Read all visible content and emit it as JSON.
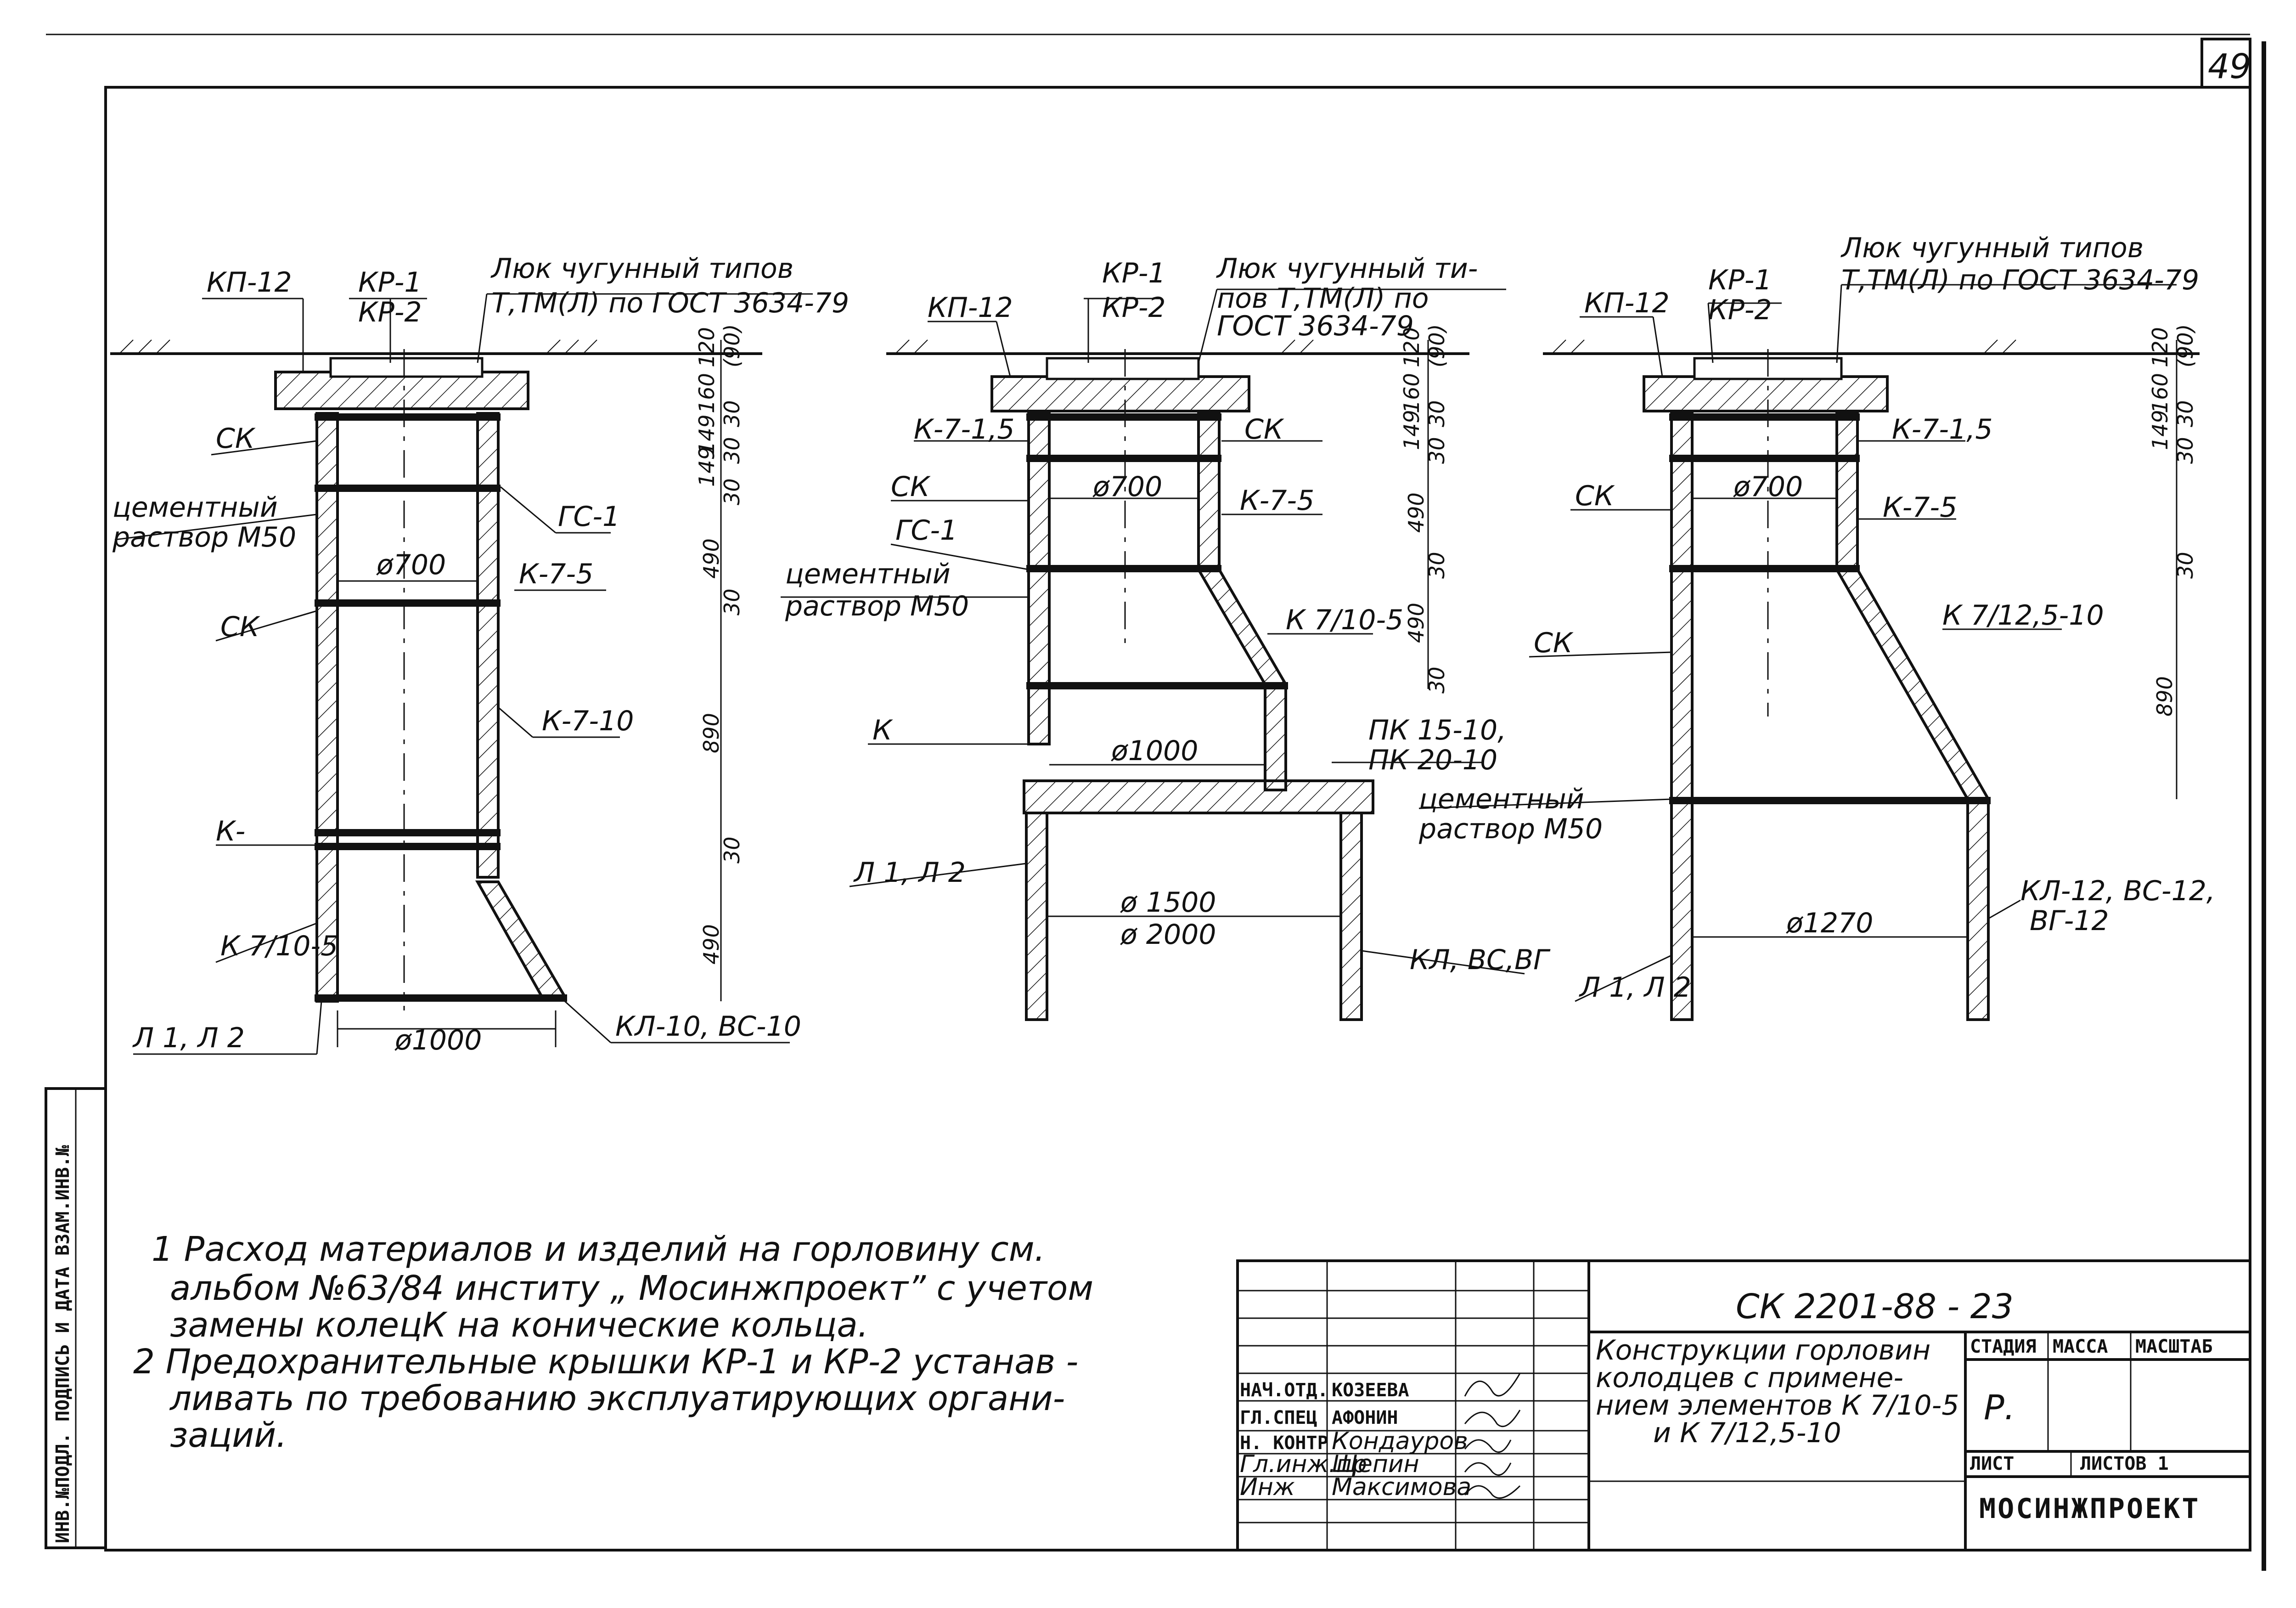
{
  "sheet": {
    "page_number": "49",
    "side_stamp": "ИНВ.№ПОДЛ. ПОДПИСЬ И ДАТА ВЗАМ.ИНВ.№"
  },
  "drawing1": {
    "hatch_cover": "КП-12",
    "lid": "КР-1",
    "lid2": "КР-2",
    "hatch_note1": "Люк чугунный типов",
    "hatch_note2": "Т,ТМ(Л) по ГОСТ 3634-79",
    "sk1": "СК",
    "mortar1": "цементный",
    "mortar2": "раствор М50",
    "gs": "ГС-1",
    "ring1": "К-7-5",
    "sk2": "СК",
    "ring2": "К-7-10",
    "k": "К-",
    "cone": "К 7/10-5",
    "l": "Л 1, Л 2",
    "base": "КЛ-10, ВС-10",
    "d700": "ø700",
    "d1000": "ø1000",
    "dim_120": "120",
    "dim_90": "(90)",
    "dim_160": "160",
    "dim_30a": "30",
    "dim_149a": "149",
    "dim_30b": "30",
    "dim_149b": "149",
    "dim_30c": "30",
    "dim_490a": "490",
    "dim_30d": "30",
    "dim_890": "890",
    "dim_30e": "30",
    "dim_490b": "490"
  },
  "drawing2": {
    "hatch_cover": "КП-12",
    "lid": "КР-1",
    "lid2": "КР-2",
    "hatch_note1": "Люк чугунный ти-",
    "hatch_note2": "пов Т,ТМ(Л)   по",
    "hatch_note3": "ГОСТ 3634-79",
    "ring15": "К-7-1,5",
    "sk1": "СК",
    "sk2": "СК",
    "gs": "ГС-1",
    "mortar1": "цементный",
    "mortar2": "раствор М50",
    "ring5": "К-7-5",
    "cone": "К 7/10-5",
    "k": "К",
    "pk": "ПК 15-10,",
    "pk2": "ПК 20-10",
    "l": "Л 1, Л 2",
    "kl": "КЛ, ВС,ВГ",
    "d700": "ø700",
    "d1000": "ø1000",
    "d1500": "ø 1500",
    "d2000": "ø 2000",
    "dim_120": "120",
    "dim_90": "(90)",
    "dim_160": "160",
    "dim_30a": "30",
    "dim_149": "149",
    "dim_30b": "30",
    "dim_490a": "490",
    "dim_30c": "30",
    "dim_490b": "490",
    "dim_30d": "30"
  },
  "drawing3": {
    "hatch_cover": "КП-12",
    "lid": "КР-1",
    "lid2": "КР-2",
    "hatch_note1": "Люк чугунный типов",
    "hatch_note2": "Т,ТМ(Л)  по ГОСТ 3634-79",
    "ring15": "К-7-1,5",
    "sk1": "СК",
    "ring5": "К-7-5",
    "sk2": "СК",
    "cone": "К 7/12,5-10",
    "mortar1": "цементный",
    "mortar2": "раствор М50",
    "kl": "КЛ-12, ВС-12,",
    "kl2": "ВГ-12",
    "l": "Л 1, Л 2",
    "d700": "ø700",
    "d1270": "ø1270",
    "dim_120": "120",
    "dim_90": "(90)",
    "dim_160": "160",
    "dim_30a": "30",
    "dim_149": "149",
    "dim_30b": "30",
    "dim_30c": "30",
    "dim_890": "890"
  },
  "notes": [
    "1 Расход  материалов  и  изделий   на  горловину  см.",
    "альбом  №63/84  институ „ Мосинжпроект” с  учетом",
    "замены   колецК   на      конические   кольца.",
    "2 Предохранительные   крышки  КР-1  и  КР-2  устанав -",
    "ливать    по    требованию  эксплуатирующих  органи-",
    "заций."
  ],
  "title_block": {
    "code": "СК 2201-88 - 23",
    "title1": "Конструкции  горловин",
    "title2": "колодцев   с  примене-",
    "title3": "нием  элементов К 7/10-5",
    "title4": "и  К 7/12,5-10",
    "stage_h": "СТАДИЯ",
    "mass_h": "МАССА",
    "scale_h": "МАСШТАБ",
    "stage": "Р.",
    "sheet_h": "ЛИСТ",
    "sheets_h": "ЛИСТОВ 1",
    "firm": "МОСИНЖПРОЕКТ",
    "roles": [
      {
        "role": "НАЧ.ОТД.",
        "name": "КОЗЕЕВА"
      },
      {
        "role": "ГЛ.СПЕЦ",
        "name": "АФОНИН"
      },
      {
        "role": "Н. КОНТР",
        "name": "Кондауров"
      },
      {
        "role": "Гл.инж.пр",
        "name": "Щепин"
      },
      {
        "role": "Инж",
        "name": "Максимова"
      }
    ]
  }
}
